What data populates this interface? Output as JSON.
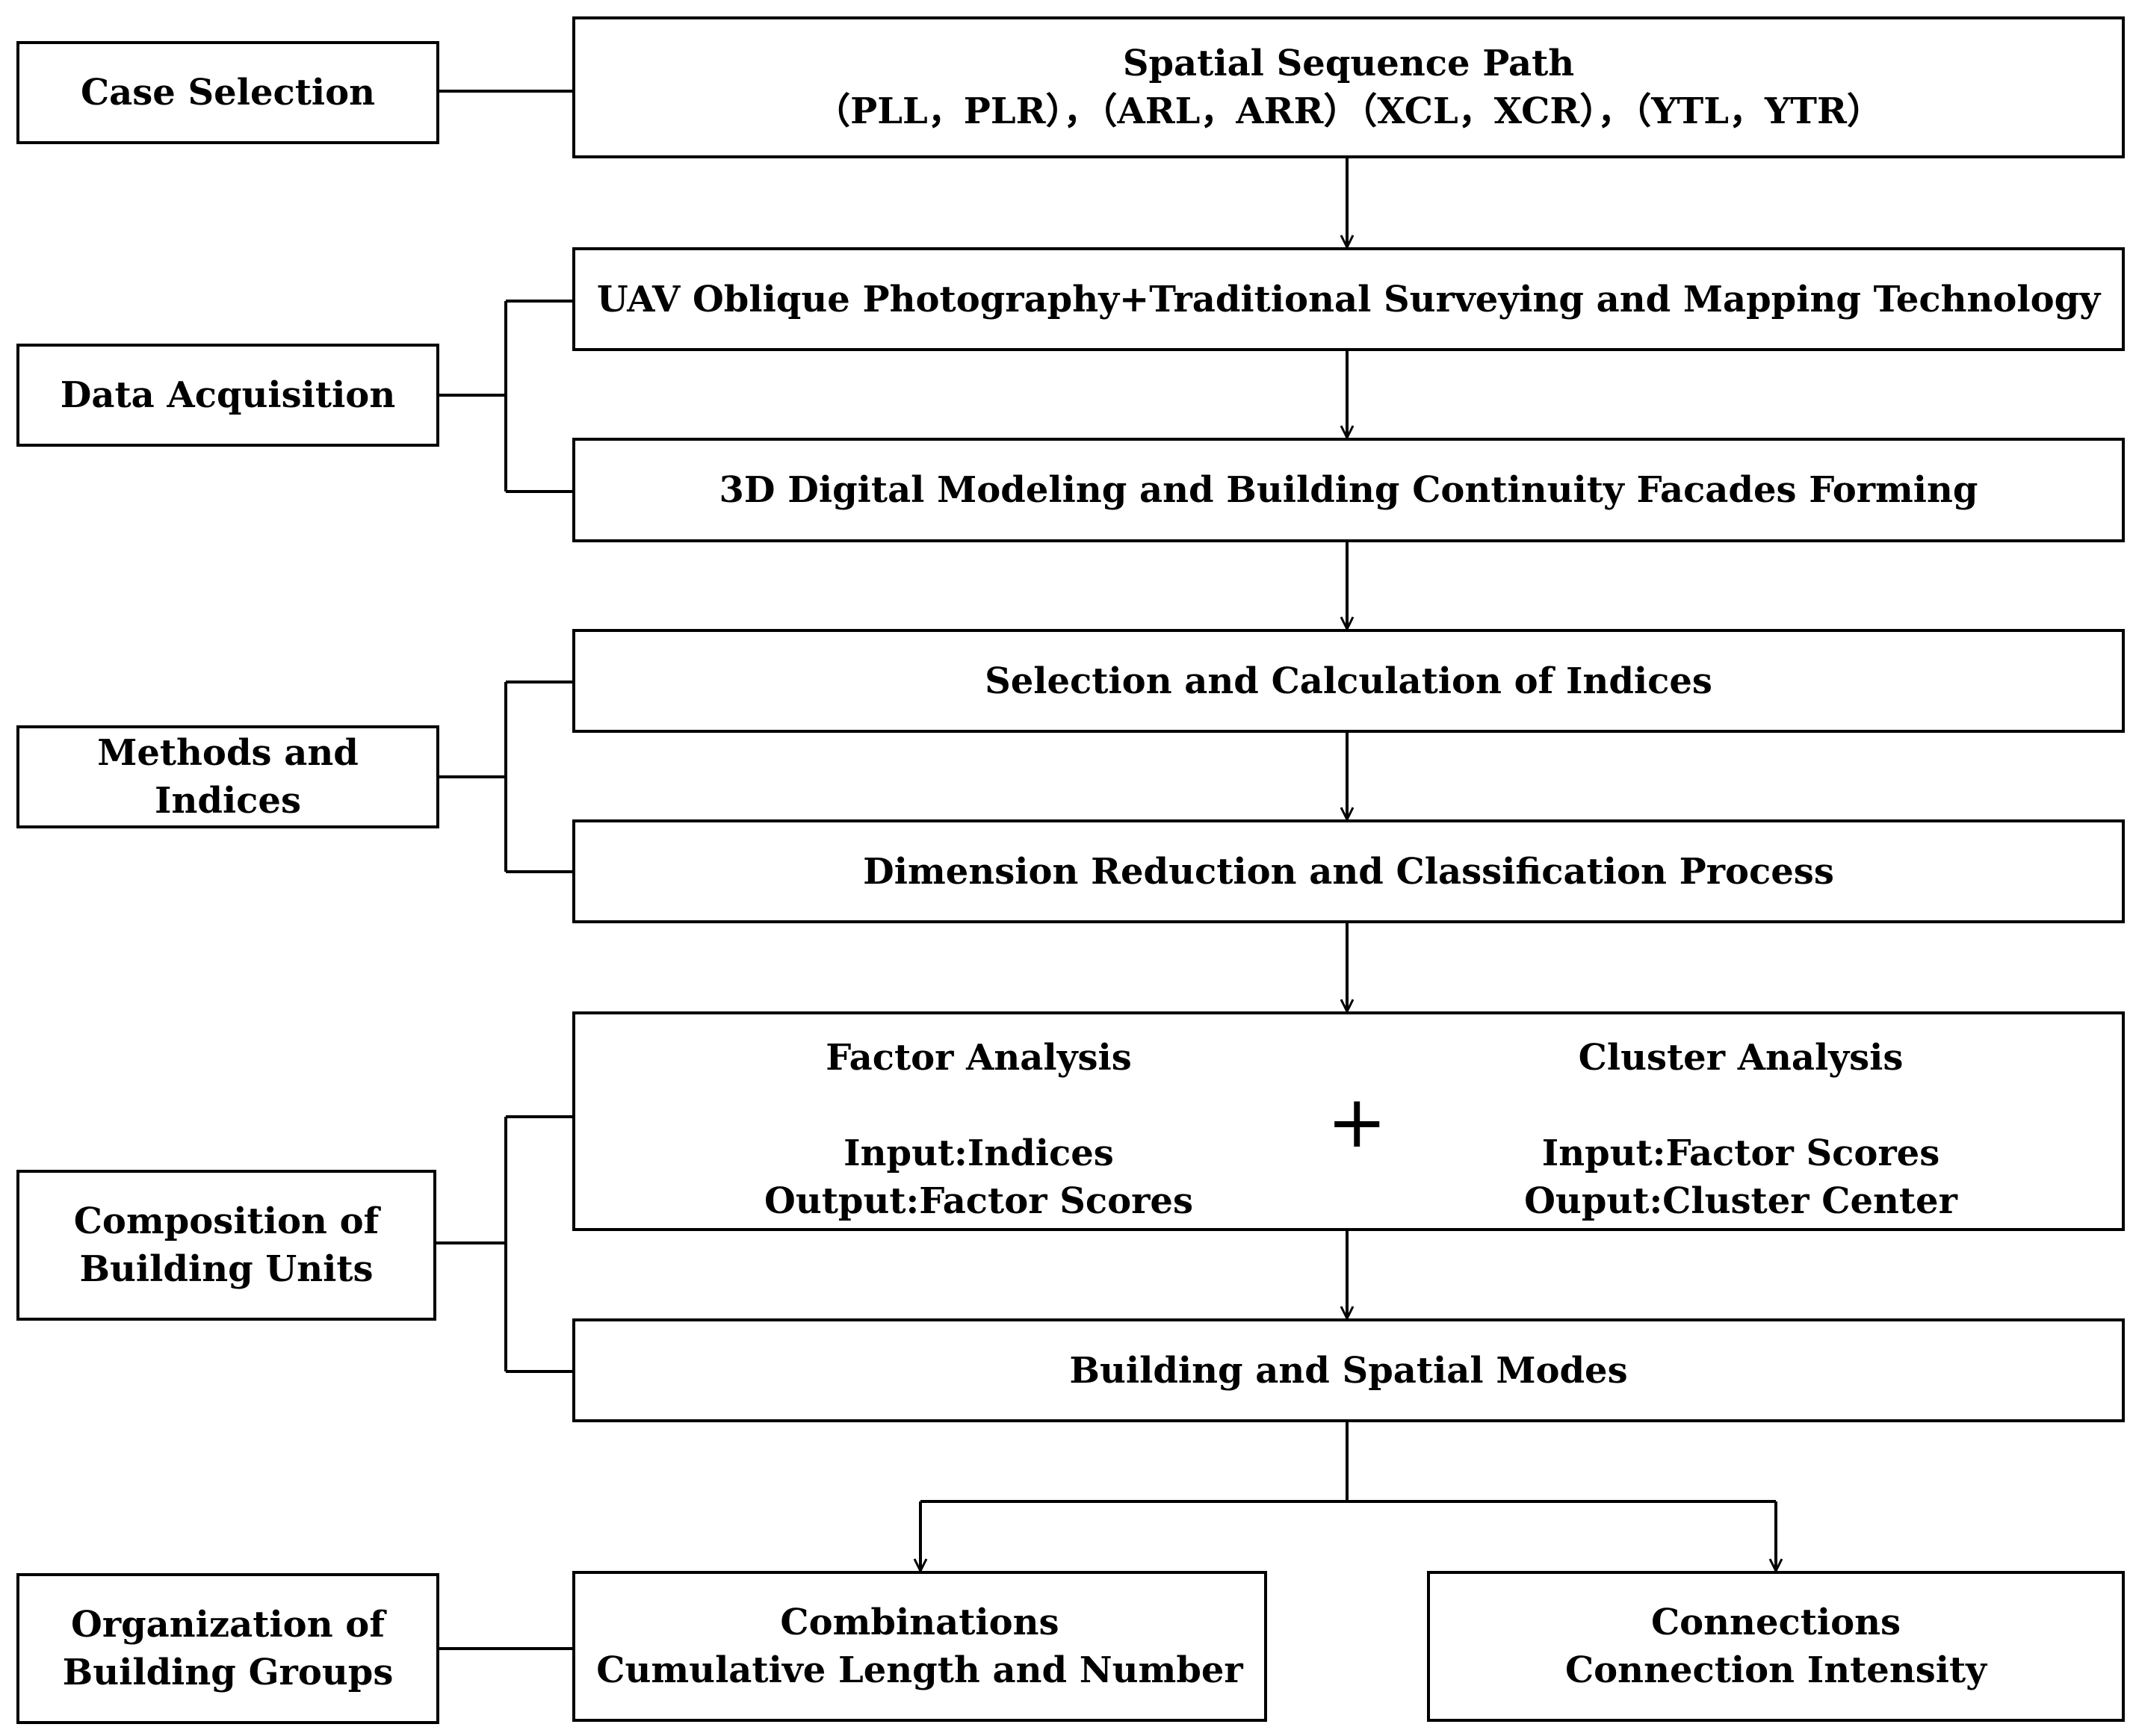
{
  "left_labels": {
    "case_selection": "Case Selection",
    "data_acquisition": "Data Acquisition",
    "methods_indices": "Methods and Indices",
    "composition_line1": "Composition of",
    "composition_line2": "Building Units",
    "organization_line1": "Organization of",
    "organization_line2": "Building Groups"
  },
  "steps": {
    "spatial_title": "Spatial Sequence Path",
    "spatial_paths": "（PLL，PLR），（ARL，ARR）（XCL，XCR），（YTL，YTR）",
    "uav": "UAV Oblique Photography+Traditional Surveying and Mapping Technology",
    "modeling": "3D Digital Modeling and Building Continuity Facades Forming",
    "indices": "Selection and Calculation of Indices",
    "reduction": "Dimension Reduction and Classification Process",
    "factor_title": "Factor Analysis",
    "factor_input": "Input:Indices",
    "factor_output": "Output:Factor Scores",
    "plus": "+",
    "cluster_title": "Cluster Analysis",
    "cluster_input": "Input:Factor Scores",
    "cluster_output": "Ouput:Cluster Center",
    "modes": "Building and Spatial Modes",
    "combinations_title": "Combinations",
    "combinations_sub": "Cumulative Length and Number",
    "connections_title": "Connections",
    "connections_sub": "Connection Intensity"
  }
}
